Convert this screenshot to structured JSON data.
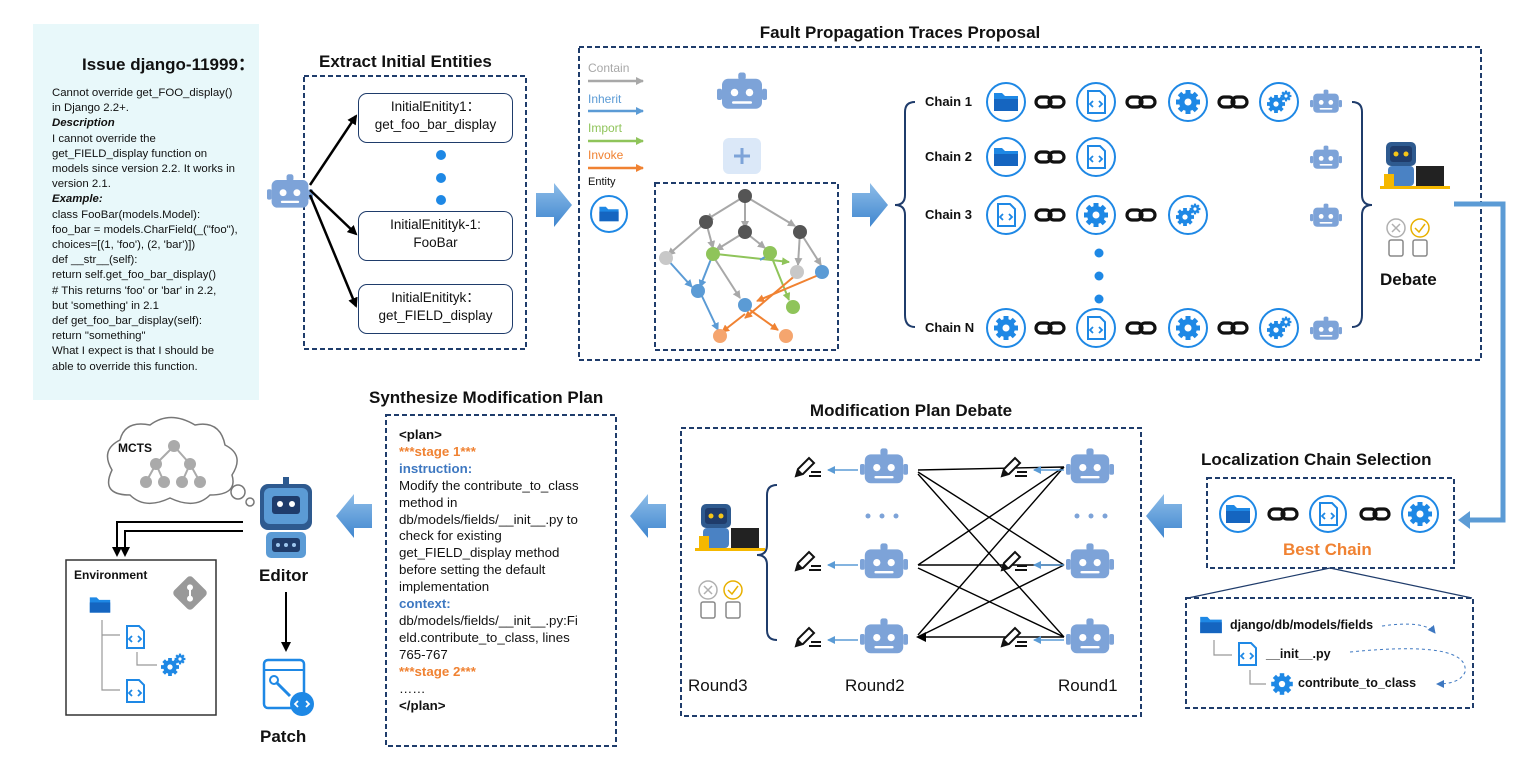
{
  "issue": {
    "title": "Issue django-11999：",
    "lines": [
      {
        "text": "Cannot override get_FOO_display()",
        "style": ""
      },
      {
        "text": "in Django 2.2+.",
        "style": ""
      },
      {
        "text": "Description",
        "style": "b"
      },
      {
        "text": "I cannot override the",
        "style": ""
      },
      {
        "text": "get_FIELD_display function on",
        "style": ""
      },
      {
        "text": "models since version 2.2. It works in",
        "style": ""
      },
      {
        "text": "version 2.1.",
        "style": ""
      },
      {
        "text": "Example:",
        "style": "b"
      },
      {
        "text": "class FooBar(models.Model):",
        "style": ""
      },
      {
        "text": "foo_bar = models.CharField(_(\"foo\"),",
        "style": ""
      },
      {
        "text": "choices=[(1, 'foo'), (2, 'bar')])",
        "style": ""
      },
      {
        "text": "def __str__(self):",
        "style": ""
      },
      {
        "text": "return self.get_foo_bar_display()",
        "style": ""
      },
      {
        "text": "# This returns 'foo' or 'bar' in 2.2,",
        "style": ""
      },
      {
        "text": "but 'something' in 2.1",
        "style": ""
      },
      {
        "text": "def get_foo_bar_display(self):",
        "style": ""
      },
      {
        "text": "return \"something\"",
        "style": ""
      },
      {
        "text": "What I expect is that I should be",
        "style": ""
      },
      {
        "text": "able to override this function.",
        "style": ""
      }
    ]
  },
  "extract": {
    "title": "Extract Initial Entities",
    "entities": [
      {
        "line1": "InitialEnitity1：",
        "line2": "get_foo_bar_display"
      },
      {
        "line1": "InitialEnitityk-1:",
        "line2": "FooBar"
      },
      {
        "line1": "InitialEnitityk：",
        "line2": "get_FIELD_display"
      }
    ]
  },
  "fault": {
    "title": "Fault Propagation Traces Proposal",
    "legend": [
      {
        "label": "Contain",
        "color": "#a8a8a8"
      },
      {
        "label": "Inherit",
        "color": "#5b9bd5"
      },
      {
        "label": "Import",
        "color": "#8fc45a"
      },
      {
        "label": "Invoke",
        "color": "#f08232"
      }
    ],
    "entity_label": "Entity",
    "chains": [
      "Chain 1",
      "Chain 2",
      "Chain 3",
      "Chain N"
    ],
    "debate_label": "Debate"
  },
  "selection": {
    "title": "Localization Chain Selection",
    "best_chain": "Best Chain",
    "path": [
      "django/db/models/fields",
      "__init__.py",
      "contribute_to_class"
    ]
  },
  "debate": {
    "title": "Modification Plan Debate",
    "rounds": [
      "Round3",
      "Round2",
      "Round1"
    ]
  },
  "plan": {
    "title": "Synthesize Modification Plan",
    "lines": [
      {
        "text": "<plan>",
        "style": "k"
      },
      {
        "text": "***stage 1***",
        "style": "orange"
      },
      {
        "text": "instruction:",
        "style": "blue"
      },
      {
        "text": "Modify the contribute_to_class",
        "style": ""
      },
      {
        "text": "method in",
        "style": ""
      },
      {
        "text": "db/models/fields/__init__.py to",
        "style": ""
      },
      {
        "text": "check for existing",
        "style": ""
      },
      {
        "text": "get_FIELD_display method",
        "style": ""
      },
      {
        "text": "before setting the default",
        "style": ""
      },
      {
        "text": "implementation",
        "style": ""
      },
      {
        "text": "context:",
        "style": "blue"
      },
      {
        "text": "db/models/fields/__init__.py:Fi",
        "style": ""
      },
      {
        "text": "eld.contribute_to_class, lines",
        "style": ""
      },
      {
        "text": "765-767",
        "style": ""
      },
      {
        "text": "***stage 2***",
        "style": "orange"
      },
      {
        "text": "……",
        "style": ""
      },
      {
        "text": "</plan>",
        "style": "k"
      }
    ]
  },
  "editor": {
    "mcts_label": "MCTS",
    "environment_label": "Environment",
    "editor_label": "Editor",
    "patch_label": "Patch"
  },
  "colors": {
    "robot": "#7da3d8",
    "blue": "#3e78c1",
    "folder": "#1e88e5",
    "orange": "#f08232",
    "navy": "#1f3c6b",
    "arrow": "#5b9bd5"
  }
}
